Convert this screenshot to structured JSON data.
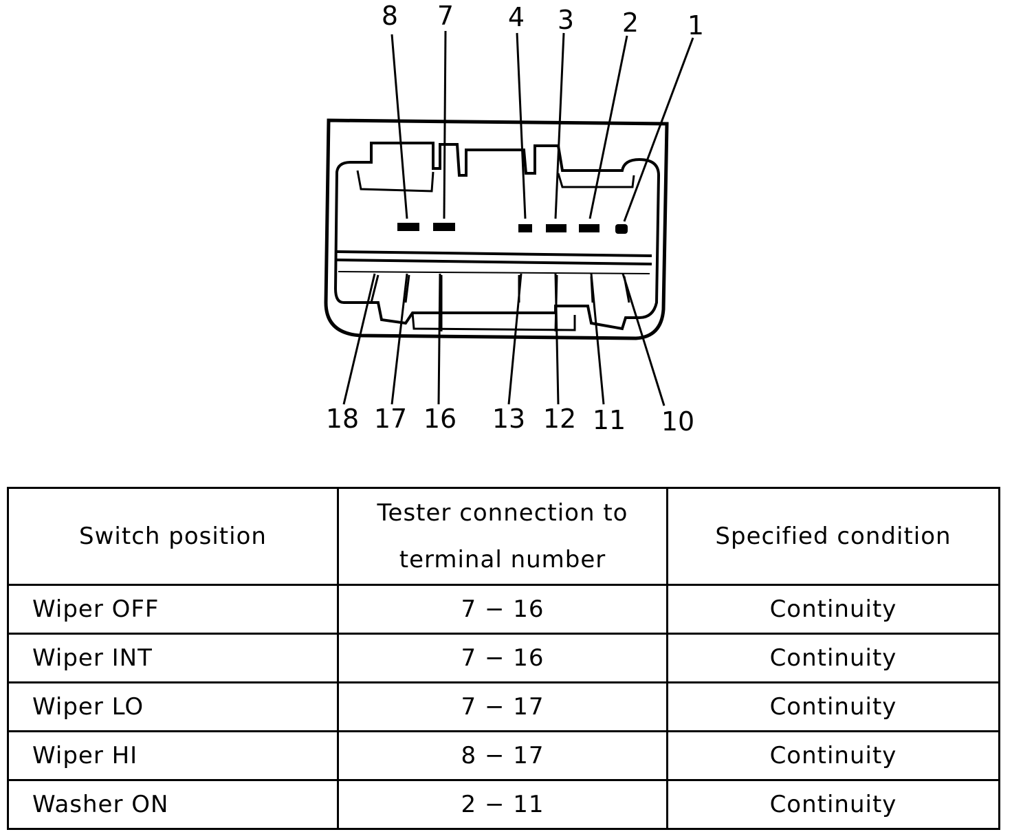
{
  "connector": {
    "top_terminals": [
      "8",
      "7",
      "4",
      "3",
      "2",
      "1"
    ],
    "bottom_terminals": [
      "18",
      "17",
      "16",
      "13",
      "12",
      "11",
      "10"
    ]
  },
  "table": {
    "headers": {
      "switch_position": "Switch position",
      "tester_line1": "Tester connection to",
      "tester_line2": "terminal number",
      "specified_condition": "Specified condition"
    },
    "rows": [
      {
        "position": "Wiper OFF",
        "terminals": "7 − 16",
        "condition": "Continuity"
      },
      {
        "position": "Wiper INT",
        "terminals": "7 − 16",
        "condition": "Continuity"
      },
      {
        "position": "Wiper LO",
        "terminals": "7 − 17",
        "condition": "Continuity"
      },
      {
        "position": "Wiper HI",
        "terminals": "8 − 17",
        "condition": "Continuity"
      },
      {
        "position": "Washer ON",
        "terminals": "2 − 11",
        "condition": "Continuity"
      }
    ]
  }
}
